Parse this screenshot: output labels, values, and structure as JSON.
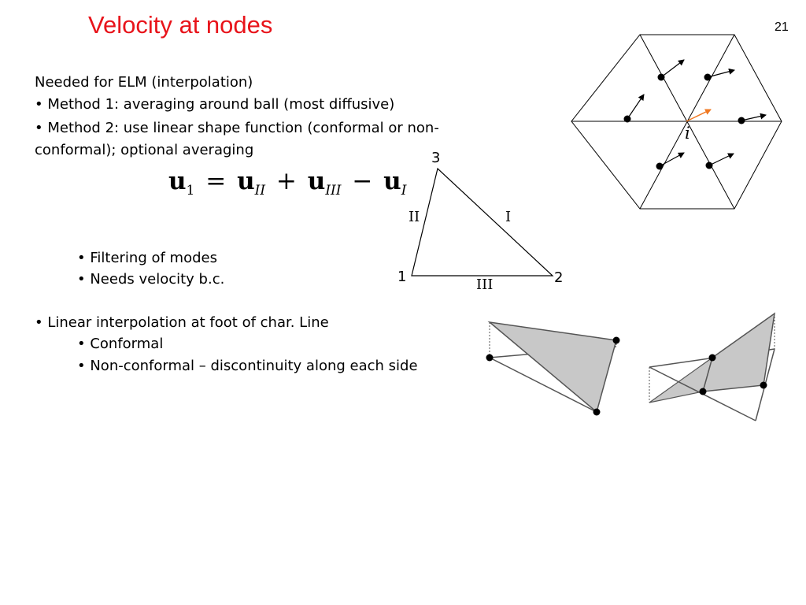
{
  "slide": {
    "title": "Velocity at nodes",
    "page_number": "21"
  },
  "body": {
    "intro": "Needed for ELM (interpolation)",
    "method1": "• Method 1: averaging around ball (most diffusive)",
    "method2_line1": "• Method 2: use linear shape function (conformal or non-",
    "method2_line2": "conformal); optional averaging",
    "filtering": "• Filtering of modes",
    "needs_bc": "• Needs velocity b.c.",
    "linear_interp": "• Linear interpolation at foot of char. Line",
    "conformal": "• Conformal",
    "nonconformal": "• Non-conformal – discontinuity along each side"
  },
  "equation": {
    "lhs": "u",
    "lhs_sub": "1",
    "eq": "=",
    "t1": "u",
    "t1_sub": "II",
    "plus": "+",
    "t2": "u",
    "t2_sub": "III",
    "minus": "−",
    "t3": "u",
    "t3_sub": "I"
  },
  "triangle": {
    "node1": "1",
    "node2": "2",
    "node3": "3",
    "side_I": "I",
    "side_II": "II",
    "side_III": "III"
  },
  "hexagon": {
    "center_label": "i",
    "highlight_color": "#f07820"
  },
  "surfaces": {
    "fill_color": "#c8c8c8"
  }
}
